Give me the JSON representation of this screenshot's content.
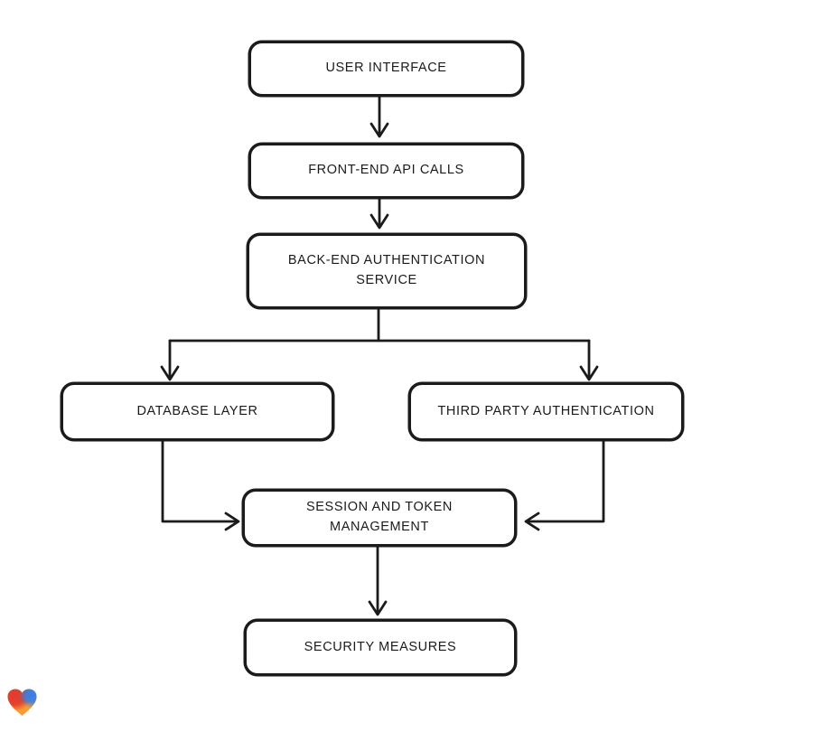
{
  "page": {
    "background": "#ffffff"
  },
  "diagram": {
    "type": "flowchart",
    "style": "hand-drawn",
    "stroke_color": "#1b1b1b",
    "node_fill": "#ffffff",
    "nodes": [
      {
        "id": "user-interface",
        "label": "USER INTERFACE"
      },
      {
        "id": "front-end-api-calls",
        "label": "FRONT-END API CALLS"
      },
      {
        "id": "back-end-authentication-service",
        "label": "BACK-END AUTHENTICATION SERVICE"
      },
      {
        "id": "database-layer",
        "label": "DATABASE LAYER"
      },
      {
        "id": "third-party-authentication",
        "label": "THIRD PARTY AUTHENTICATION"
      },
      {
        "id": "session-and-token-management",
        "label": "SESSION AND TOKEN MANAGEMENT"
      },
      {
        "id": "security-measures",
        "label": "SECURITY MEASURES"
      }
    ],
    "edges": [
      {
        "from": "user-interface",
        "to": "front-end-api-calls"
      },
      {
        "from": "front-end-api-calls",
        "to": "back-end-authentication-service"
      },
      {
        "from": "back-end-authentication-service",
        "to": "database-layer"
      },
      {
        "from": "back-end-authentication-service",
        "to": "third-party-authentication"
      },
      {
        "from": "database-layer",
        "to": "session-and-token-management"
      },
      {
        "from": "third-party-authentication",
        "to": "session-and-token-management"
      },
      {
        "from": "session-and-token-management",
        "to": "security-measures"
      }
    ]
  },
  "logo": {
    "name": "gradient-heart-logo",
    "colors": {
      "red": "#e23a2e",
      "orange": "#f79b33",
      "teal": "#2ba471",
      "blue": "#3b7ee8"
    }
  }
}
